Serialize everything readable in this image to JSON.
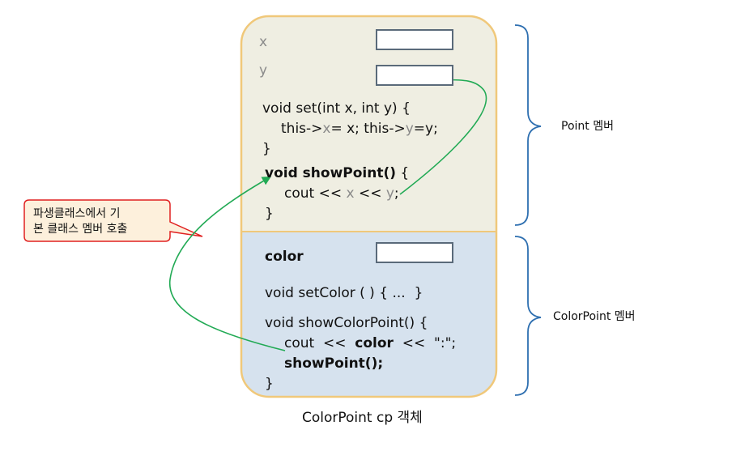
{
  "point_section": {
    "field_x": "x",
    "field_y": "y",
    "set_line1": "void set(int x, int y) {",
    "set_line2_a": "this->",
    "set_line2_x": "x",
    "set_line2_b": "= x; this->",
    "set_line2_y": "y",
    "set_line2_c": "=y;",
    "set_line3": "}",
    "show_line1_bold": "void showPoint()",
    "show_line1_rest": " {",
    "show_line2_a": "cout << ",
    "show_line2_x": "x",
    "show_line2_b": " << ",
    "show_line2_y": "y",
    "show_line2_c": ";",
    "show_line3": "}"
  },
  "colorpoint_section": {
    "field_color": "color",
    "setcolor_line": "void setColor ( ) { ...  }",
    "scp_line1": "void showColorPoint() {",
    "scp_line2_a": "cout  <<  ",
    "scp_line2_color": "color",
    "scp_line2_b": "  <<  \":\";",
    "scp_line3": "showPoint();",
    "scp_line4": "}"
  },
  "labels": {
    "point_members": "Point 멤버",
    "colorpoint_members": "ColorPoint 멤버",
    "object_caption": "ColorPoint cp 객체"
  },
  "callout": {
    "line1": "파생클래스에서 기",
    "line2": "본 클래스 멤버 호출"
  },
  "colors": {
    "point_bg": "#efeee2",
    "colorpoint_bg": "#d6e2ee",
    "border": "#f0c87a",
    "arrow": "#22aa55",
    "brace": "#2e6fb0",
    "callout_border": "#e02020",
    "callout_bg": "#fdf0dc"
  }
}
